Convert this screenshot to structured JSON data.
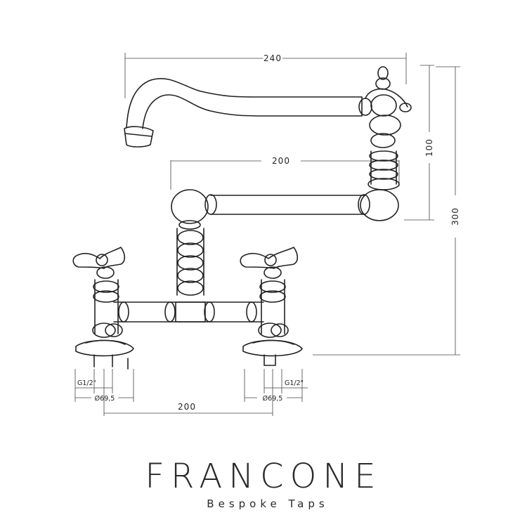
{
  "dimensions": {
    "total_width": "240",
    "arm_width": "200",
    "handle_height": "100",
    "total_height": "300",
    "base_spacing": "200",
    "thread_left": "G1/2\"",
    "thread_right": "G1/2\"",
    "flange_left": "Ø69,5",
    "flange_right": "Ø69,5"
  },
  "brand": {
    "name": "FRANCONE",
    "tagline": "Bespoke Taps"
  }
}
